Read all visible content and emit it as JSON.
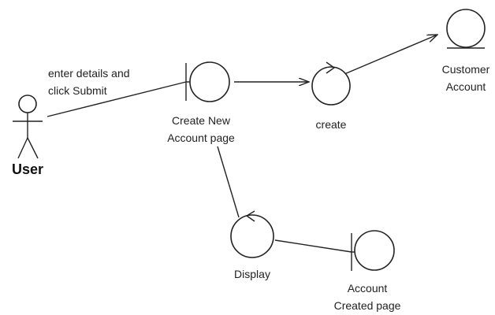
{
  "diagram": {
    "type": "UML robustness diagram",
    "actor": {
      "name": "User"
    },
    "message": {
      "line1": "enter details and",
      "line2": "click Submit"
    },
    "boundary_create": {
      "line1": "Create New",
      "line2": "Account page",
      "kind": "boundary"
    },
    "control_create": {
      "label": "create",
      "kind": "control"
    },
    "entity_customer": {
      "line1": "Customer",
      "line2": "Account",
      "kind": "entity"
    },
    "control_display": {
      "label": "Display",
      "kind": "control"
    },
    "boundary_created": {
      "line1": "Account",
      "line2": "Created page",
      "kind": "boundary"
    },
    "connections": [
      {
        "from": "User",
        "to": "Create New Account page",
        "arrow": false
      },
      {
        "from": "Create New Account page",
        "to": "create",
        "arrow": true
      },
      {
        "from": "create",
        "to": "Customer Account",
        "arrow": true
      },
      {
        "from": "Create New Account page",
        "to": "Display",
        "arrow": false
      },
      {
        "from": "Display",
        "to": "Account Created page",
        "arrow": false
      }
    ]
  }
}
